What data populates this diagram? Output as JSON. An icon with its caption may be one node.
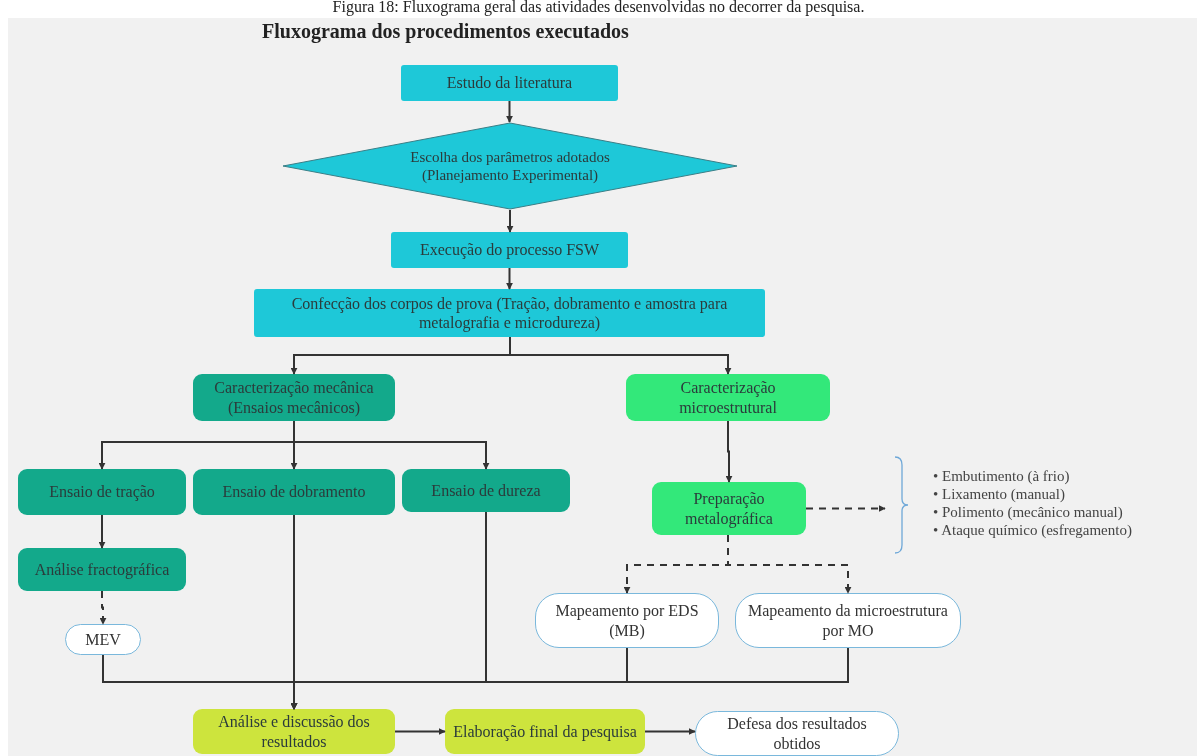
{
  "diagram": {
    "caption": "Figura 18: Fluxograma geral das atividades desenvolvidas no decorrer da pesquisa.",
    "title": "Fluxograma dos procedimentos executados",
    "nodes": [
      {
        "text": [
          "Estudo da literatura"
        ]
      },
      {
        "text": [
          "Escolha dos parâmetros adotados (Planejamento Experimental)"
        ]
      },
      {
        "text": [
          "Execução do processo FSW"
        ]
      },
      {
        "text": [
          "Confecção dos corpos de prova (Tração, dobramento e amostra para metalografia e microdureza)"
        ]
      },
      {
        "text": [
          "Caracterização mecânica (Ensaios mecânicos)"
        ]
      },
      {
        "text": [
          "Caracterização microestrutural"
        ]
      },
      {
        "text": [
          "Ensaio de tração"
        ]
      },
      {
        "text": [
          "Ensaio de dobramento"
        ]
      },
      {
        "text": [
          "Ensaio de dureza"
        ]
      },
      {
        "text": [
          "Análise fractográfica"
        ]
      },
      {
        "text": [
          "MEV"
        ]
      },
      {
        "text": [
          "Preparação metalográfica"
        ]
      },
      {
        "text": [
          "• Embutimento (à frio)",
          "• Lixamento (manual)",
          "• Polimento (mecânico manual)",
          "• Ataque químico (esfregamento)"
        ]
      },
      {
        "text": [
          "Mapeamento por EDS (MB)"
        ]
      },
      {
        "text": [
          "Mapeamento da microestrutura por MO"
        ]
      },
      {
        "text": [
          "Análise e discussão dos resultados"
        ]
      },
      {
        "text": [
          "Elaboração final da pesquisa"
        ]
      },
      {
        "text": [
          "Defesa dos resultados obtidos"
        ]
      }
    ],
    "edges": [
      {
        "from": 0,
        "to": 1,
        "arrow": "to"
      },
      {
        "from": 1,
        "to": 2,
        "arrow": "to"
      },
      {
        "from": 2,
        "to": 3,
        "arrow": "to"
      },
      {
        "from": 3,
        "to": 4,
        "arrow": "to"
      },
      {
        "from": 3,
        "to": 5,
        "arrow": "to"
      },
      {
        "from": 4,
        "to": 6,
        "arrow": "to"
      },
      {
        "from": 4,
        "to": 7,
        "arrow": "to"
      },
      {
        "from": 4,
        "to": 8,
        "arrow": "to"
      },
      {
        "from": 6,
        "to": 9,
        "arrow": "to"
      },
      {
        "from": 9,
        "to": 10,
        "arrow": "to",
        "style": "dashed"
      },
      {
        "from": 5,
        "to": 11,
        "arrow": "to"
      },
      {
        "from": 11,
        "to": 12,
        "arrow": "to",
        "style": "dashed"
      },
      {
        "from": 11,
        "to": 13,
        "arrow": "to",
        "style": "dashed"
      },
      {
        "from": 11,
        "to": 14,
        "arrow": "to",
        "style": "dashed"
      },
      {
        "from": 10,
        "to": 15,
        "arrow": "to"
      },
      {
        "from": 7,
        "to": 15,
        "arrow": "to"
      },
      {
        "from": 8,
        "to": 15,
        "arrow": "to"
      },
      {
        "from": 13,
        "to": 15,
        "arrow": "to"
      },
      {
        "from": 14,
        "to": 15,
        "arrow": "to"
      },
      {
        "from": 15,
        "to": 16,
        "arrow": "to"
      },
      {
        "from": 16,
        "to": 17,
        "arrow": "to"
      }
    ]
  }
}
